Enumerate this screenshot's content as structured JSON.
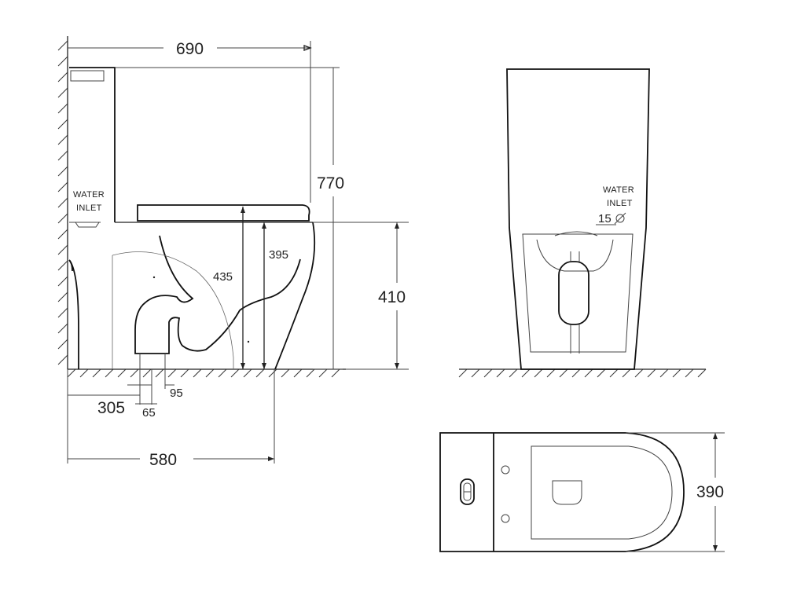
{
  "colors": {
    "line": "#222222",
    "background": "#ffffff"
  },
  "side_view": {
    "dim_overall_width": "690",
    "dim_overall_height": "770",
    "dim_seat_height_1": "435",
    "dim_seat_height_2": "395",
    "dim_pan_height": "410",
    "dim_outlet_offset": "305",
    "dim_outlet_width": "65",
    "dim_outlet_diameter": "95",
    "dim_base_depth": "580",
    "water_inlet_line1": "WATER",
    "water_inlet_line2": "INLET"
  },
  "front_view": {
    "water_inlet_line1": "WATER",
    "water_inlet_line2": "INLET",
    "dim_inlet": "15"
  },
  "top_view": {
    "dim_width": "390"
  }
}
